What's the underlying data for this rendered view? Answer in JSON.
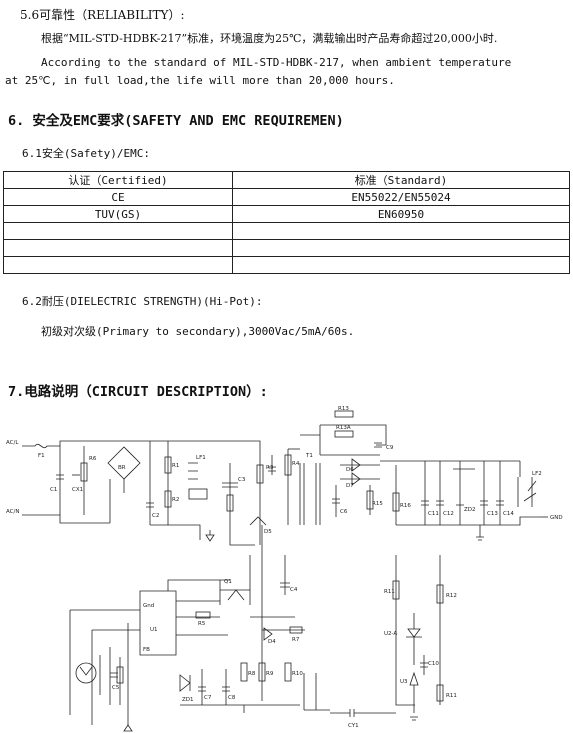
{
  "reliability": {
    "heading": "5.6可靠性（RELIABILITY）:",
    "cn_text": "根据“MIL-STD-HDBK-217”标准，环境温度为25℃，满载输出时产品寿命超过20,000小时.",
    "en_line1": "According to the standard of MIL-STD-HDBK-217, when ambient temperature",
    "en_line2": "at 25℃,  in full load,the life will more than  20,000 hours."
  },
  "section6": {
    "heading": "6. 安全及EMC要求(SAFETY AND EMC REQUIREMEN)",
    "sub1": "6.1安全(Safety)/EMC:",
    "table": {
      "col1_header": "认证（Certified)",
      "col2_header": "标准（Standard)",
      "rows": [
        {
          "cert": "CE",
          "std": "EN55022/EN55024"
        },
        {
          "cert": "TUV(GS)",
          "std": "EN60950"
        },
        {
          "cert": "",
          "std": ""
        },
        {
          "cert": "",
          "std": ""
        },
        {
          "cert": "",
          "std": ""
        }
      ]
    },
    "sub2": "6.2耐压(DIELECTRIC STRENGTH)(Hi-Pot):",
    "sub2_text": "初级对次级(Primary to secondary),3000Vac/5mA/60s."
  },
  "section7": {
    "heading": "7.电路说明（CIRCUIT DESCRIPTION）:",
    "labels": {
      "acl": "AC/L",
      "acn": "AC/N",
      "f1": "F1",
      "r6a": "R6",
      "cx1": "CX1",
      "c1": "C1",
      "br": "BR",
      "c2": "C2",
      "r1": "R1",
      "r2": "R2",
      "lf1": "LF1",
      "c3": "C3",
      "r3a": "R3",
      "r4": "R4",
      "d5": "D5",
      "r13": "R13",
      "r13a": "R13A",
      "c9": "C9",
      "d6": "D6",
      "d7": "D7",
      "r15": "R15",
      "r16": "R16",
      "c6": "C6",
      "c11": "C11",
      "c12": "C12",
      "zd2": "ZD2",
      "c13": "C13",
      "c14": "C14",
      "lf2": "LF2",
      "gnd": "GND",
      "r11": "R11",
      "r12": "R12",
      "u2a": "U2-A",
      "c10": "C10",
      "u3": "U3",
      "r11b": "R11",
      "cy1": "CY1",
      "c4": "C4",
      "r5": "R5",
      "d4": "D4",
      "r7": "R7",
      "c5": "C5",
      "zd1": "ZD1",
      "c7": "C7",
      "c8": "C8",
      "r8": "R8",
      "r9": "R9",
      "r10": "R10",
      "u1": "U1",
      "ic_gnd": "Gnd",
      "ic_fb": "FB",
      "q1": "Q1",
      "t1": "T1"
    }
  }
}
